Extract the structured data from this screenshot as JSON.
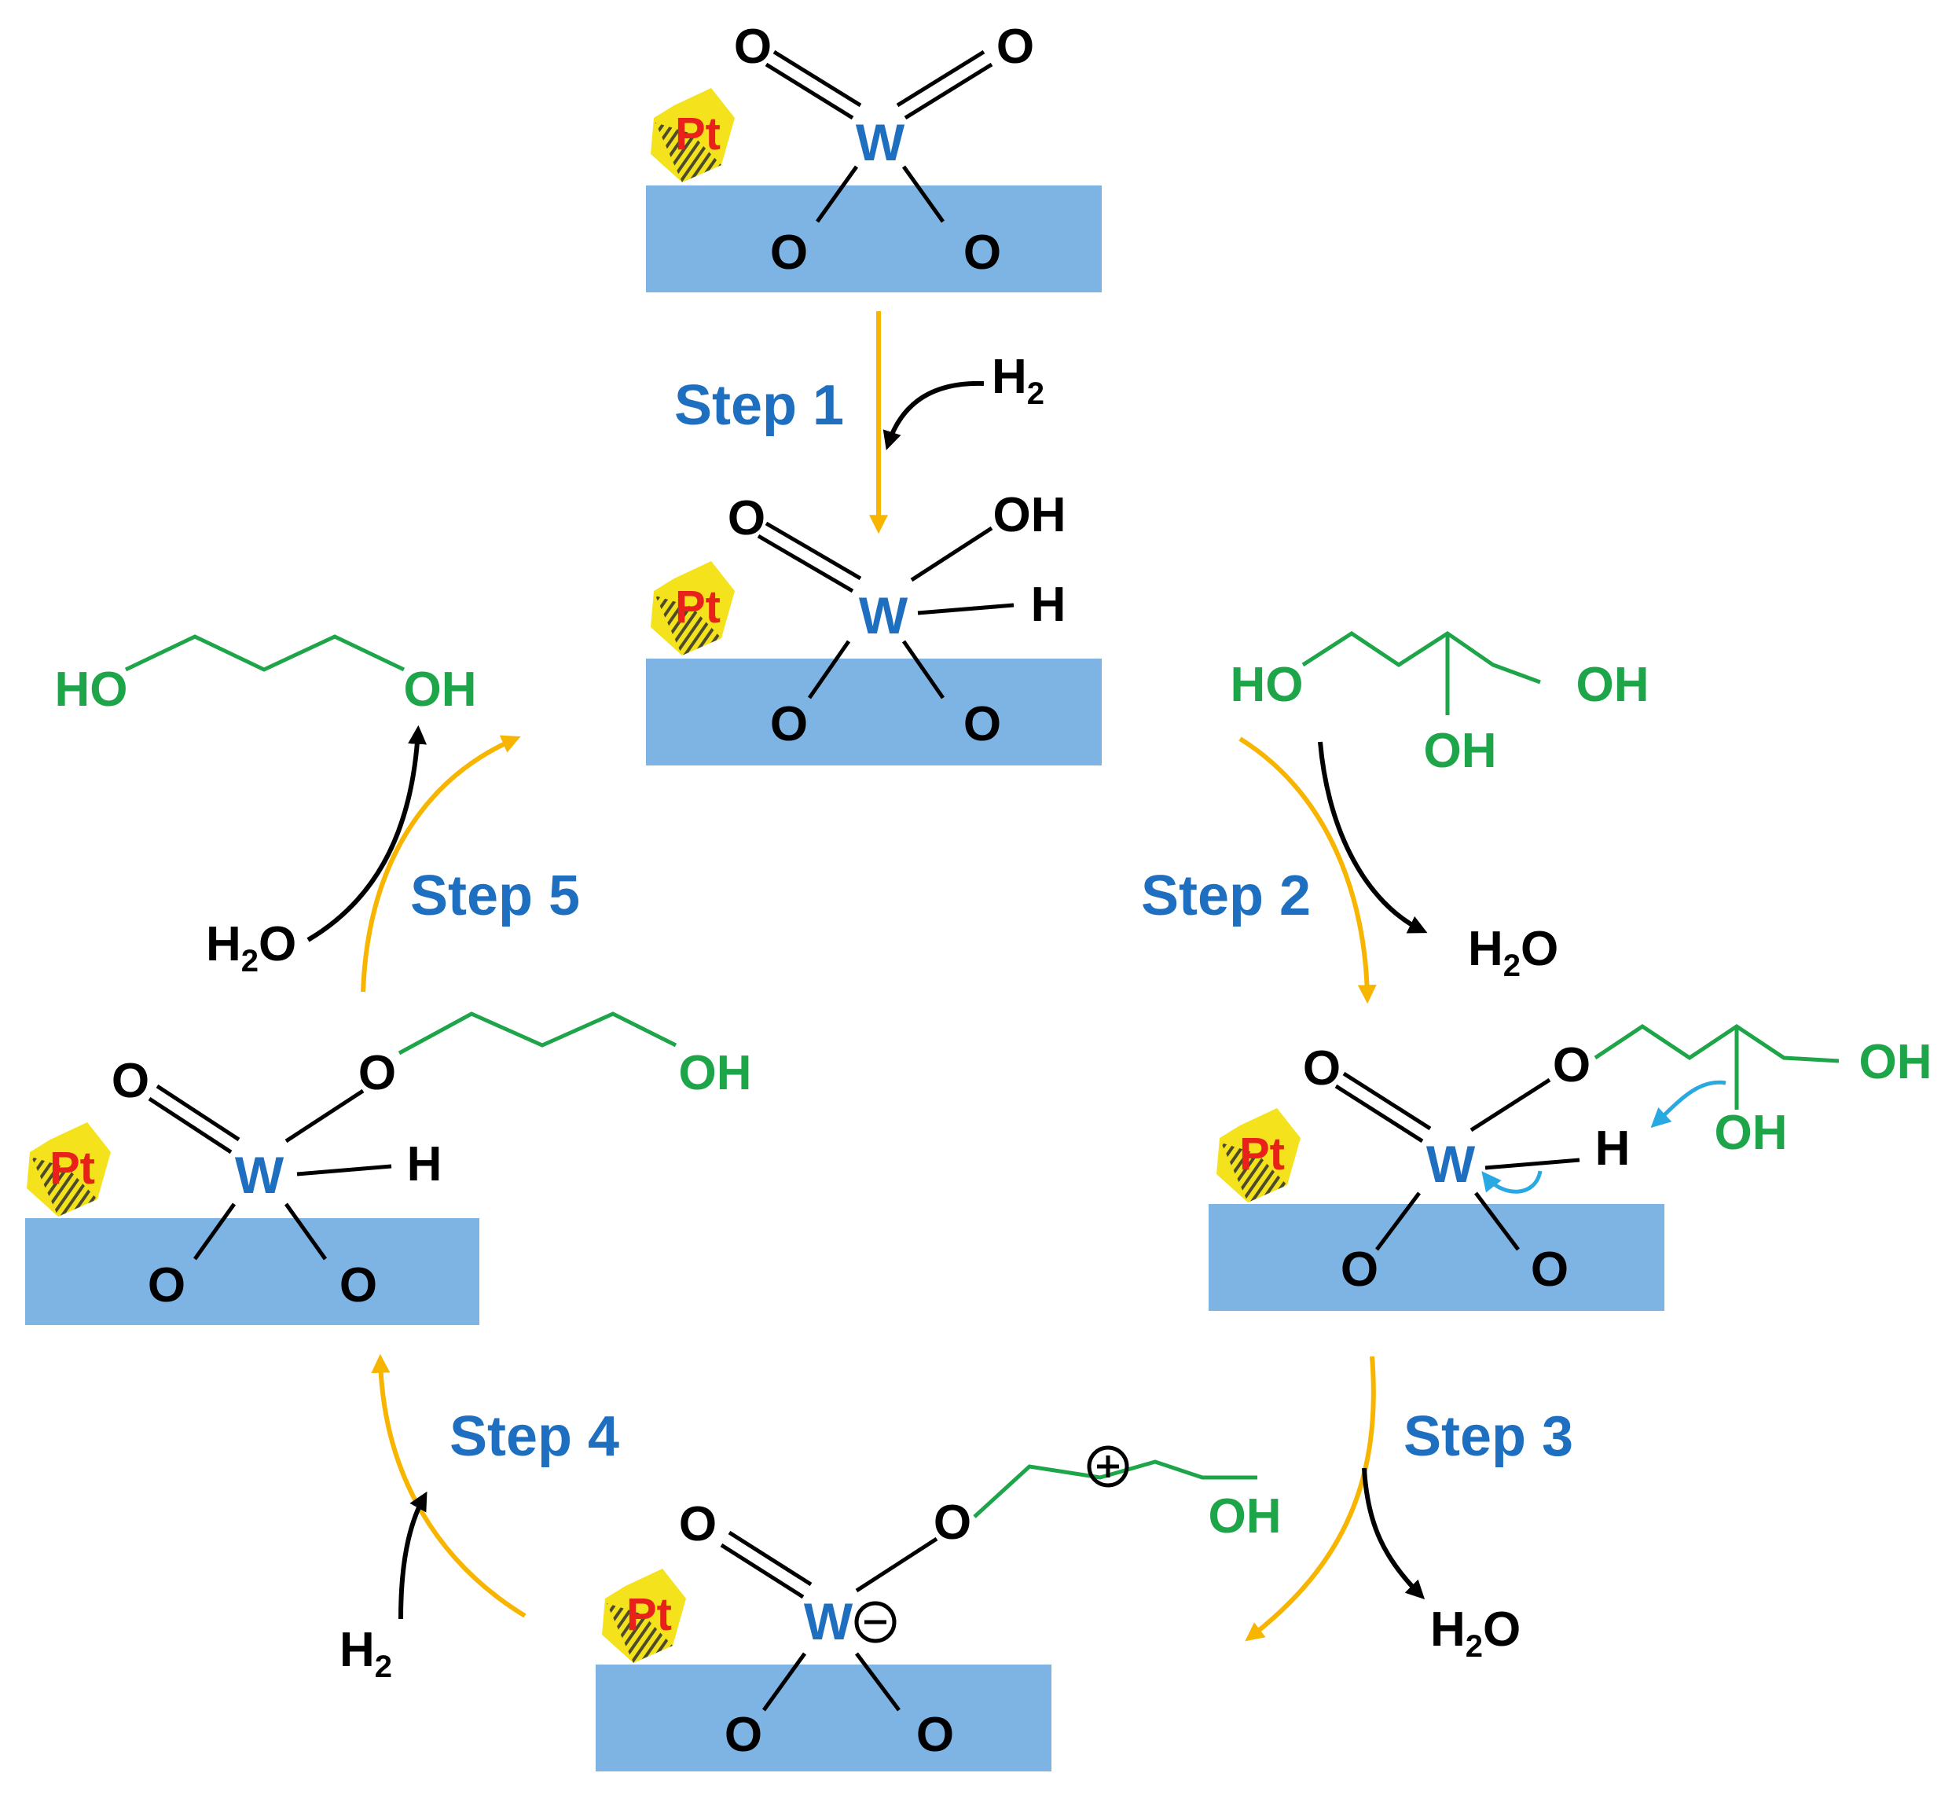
{
  "labels": {
    "pt": "Pt",
    "w": "W",
    "o": "O",
    "oh": "OH",
    "ho": "HO",
    "h": "H",
    "h2_main": "H",
    "h2_sub": "2",
    "h2o_main": "H",
    "h2o_sub": "2",
    "h2o_tail": "O"
  },
  "steps": {
    "step1": "Step 1",
    "step2": "Step 2",
    "step3": "Step 3",
    "step4": "Step 4",
    "step5": "Step 5"
  },
  "colors": {
    "support": "#7db4e4",
    "tungsten": "#1f6fc0",
    "organic": "#1ea54a",
    "step_text": "#1f6fc0",
    "cycle_arrow": "#f7b500",
    "reagent_arrow": "#000000",
    "electron_arrow": "#29a9e1",
    "pt_particle": "#f3e21c",
    "pt_text": "#e8221a"
  }
}
